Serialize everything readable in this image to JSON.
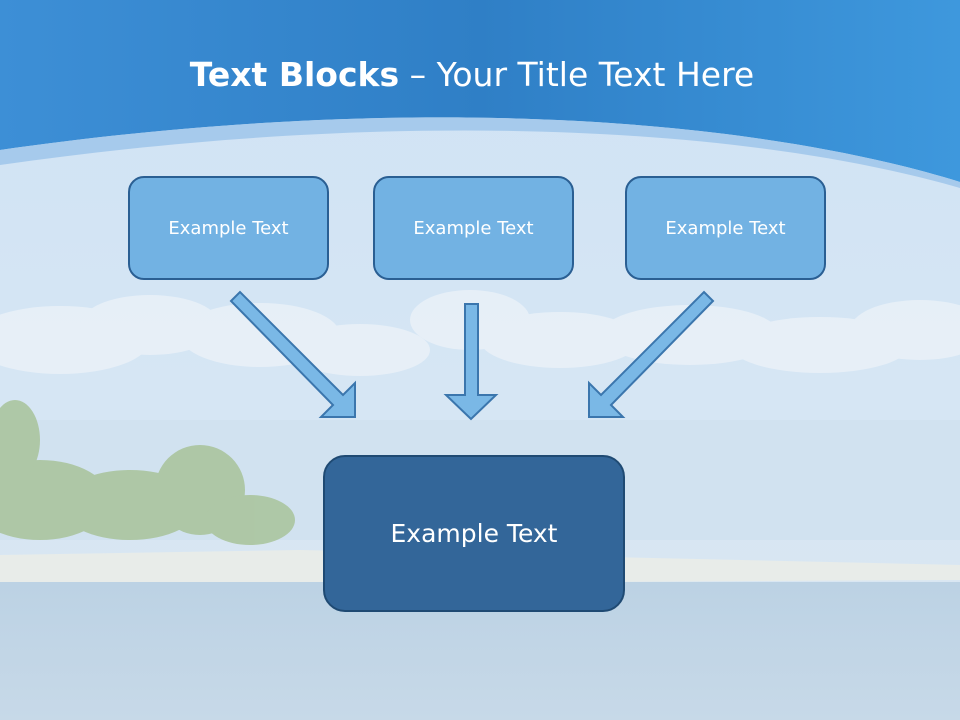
{
  "slide": {
    "title_bold": "Text Blocks",
    "title_rest": " – Your Title Text Here",
    "boxes": [
      {
        "label": "Example Text"
      },
      {
        "label": "Example Text"
      },
      {
        "label": "Example Text"
      }
    ],
    "result_box": {
      "label": "Example Text"
    }
  },
  "colors": {
    "header_blue": "#2f80c8",
    "box_fill": "#72b2e3",
    "box_border": "#2a5f93",
    "result_fill": "#336699",
    "arrow_fill": "#7ab8e6",
    "arrow_stroke": "#3b76ad"
  }
}
